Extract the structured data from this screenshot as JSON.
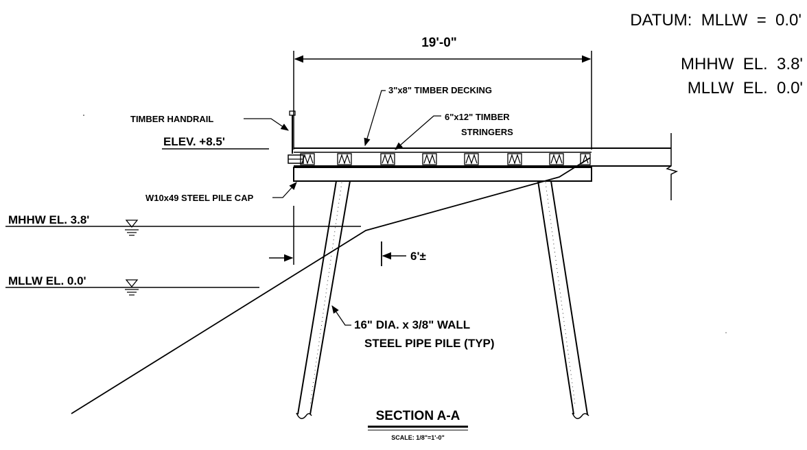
{
  "datum_note": "DATUM:  MLLW  =  0.0'",
  "tide_levels": {
    "mhhw": "MHHW  EL.  3.8'",
    "mllw": "MLLW  EL.  0.0'"
  },
  "dimensions": {
    "deck_width": "19'-0\"",
    "offset": "6'±"
  },
  "labels": {
    "handrail": "TIMBER HANDRAIL",
    "decking": "3\"x8\" TIMBER DECKING",
    "stringers_line1": "6\"x12\" TIMBER",
    "stringers_line2": "STRINGERS",
    "elevation": "ELEV. +8.5'",
    "pile_cap": "W10x49 STEEL PILE CAP",
    "pile_line1": "16\" DIA. x 3/8\" WALL",
    "pile_line2": "STEEL PIPE PILE (TYP)",
    "water_mhhw": "MHHW EL. 3.8'",
    "water_mllw": "MLLW EL. 0.0'"
  },
  "section_title": "SECTION A-A",
  "scale_note": "SCALE: 1/8\"=1'-0\"",
  "colors": {
    "ink": "#000000",
    "paper": "#ffffff"
  }
}
